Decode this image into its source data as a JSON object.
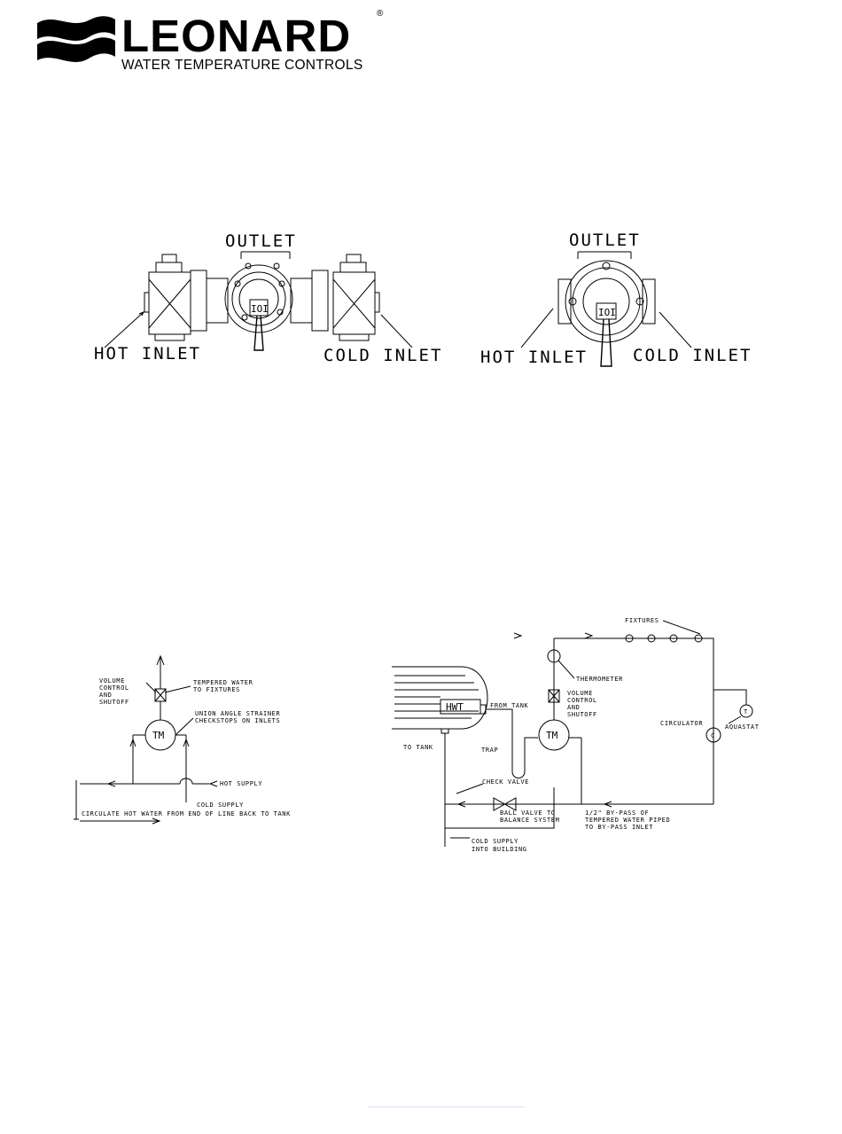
{
  "brand": {
    "name": "LEONARD",
    "tagline": "WATER TEMPERATURE CONTROLS",
    "registered": "®"
  },
  "valve_figures": {
    "left": {
      "outlet": "OUTLET",
      "hot_inlet": "HOT INLET",
      "cold_inlet": "COLD INLET"
    },
    "right": {
      "outlet": "OUTLET",
      "hot_inlet": "HOT INLET",
      "cold_inlet": "COLD INLET",
      "valve_badge": "IOI"
    }
  },
  "piping_left": {
    "volume_control": [
      "VOLUME",
      "CONTROL",
      "AND",
      "SHUTOFF"
    ],
    "tempered_water": [
      "TEMPERED WATER",
      "TO FIXTURES"
    ],
    "union_strainer": [
      "UNION ANGLE STRAINER",
      "CHECKSTOPS ON INLETS"
    ],
    "tm": "TM",
    "hot_supply": "HOT SUPPLY",
    "cold_supply": "COLD SUPPLY",
    "circulate": "CIRCULATE HOT WATER FROM END OF LINE BACK TO TANK"
  },
  "piping_right": {
    "fixtures": "FIXTURES",
    "thermometer": "THERMOMETER",
    "hwt": "HWT",
    "from_tank": "FROM TANK",
    "volume_control": [
      "VOLUME",
      "CONTROL",
      "AND",
      "SHUTOFF"
    ],
    "tm": "TM",
    "circulator": "CIRCULATOR",
    "aquastat": "AQUASTAT",
    "t_badge": "T",
    "c_badge": "C",
    "to_tank": "TO TANK",
    "trap": "TRAP",
    "check_valve": "CHECK VALVE",
    "ball_valve": [
      "BALL VALVE TO",
      "BALANCE SYSTEM"
    ],
    "bypass": [
      "1/2\" BY-PASS OF",
      "TEMPERED WATER PIPED",
      "TO BY-PASS INLET"
    ],
    "cold_supply": [
      "COLD SUPPLY",
      "INTO BUILDING"
    ]
  }
}
